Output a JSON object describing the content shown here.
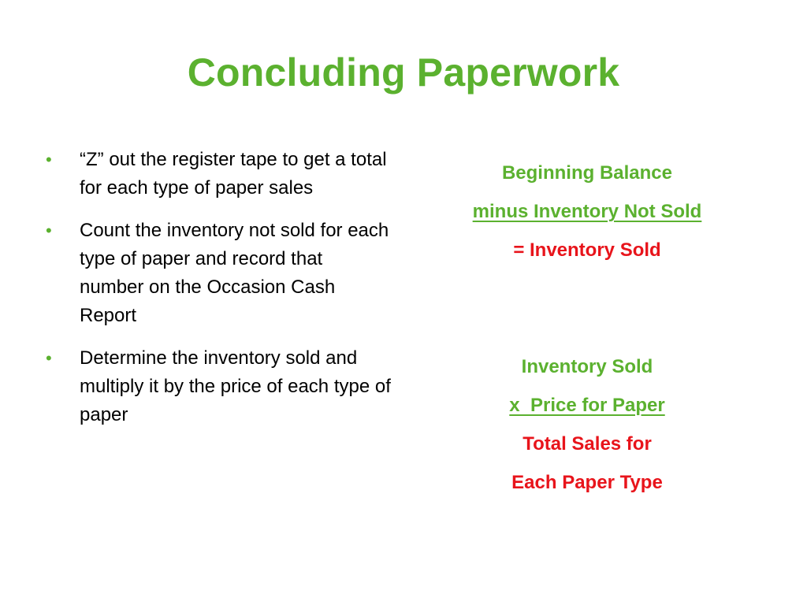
{
  "slide": {
    "title": "Concluding Paperwork",
    "bullets": [
      "“Z” out the register tape to get a total for each type of paper sales",
      "Count the inventory not sold for each type of paper and record that number on the Occasion Cash Report",
      "Determine the inventory sold and multiply it by the price of each type of paper"
    ],
    "bullet_glyph": "•",
    "formula1": {
      "line1": "Beginning Balance",
      "line2": "minus Inventory Not Sold",
      "line3": "= Inventory Sold"
    },
    "formula2": {
      "line1": "Inventory Sold",
      "line2": "x  Price for Paper",
      "line3": "Total Sales for",
      "line4": "Each Paper Type"
    }
  },
  "colors": {
    "accent_green": "#5bb12f",
    "result_red": "#e8141b",
    "body_text": "#000000"
  }
}
